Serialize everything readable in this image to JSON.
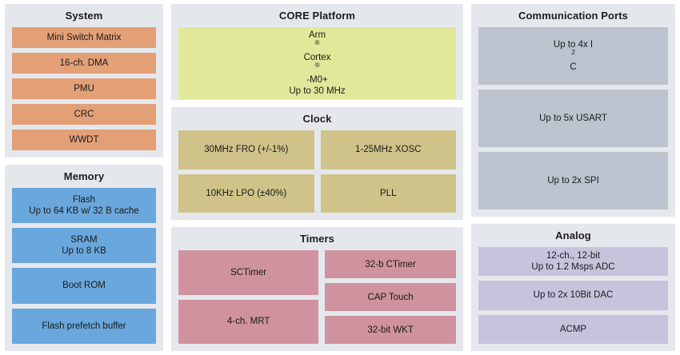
{
  "panels": {
    "system": {
      "title": "System",
      "blocks": [
        {
          "label": "Mini Switch Matrix"
        },
        {
          "label": "16-ch. DMA"
        },
        {
          "label": "PMU"
        },
        {
          "label": "CRC"
        },
        {
          "label": "WWDT"
        }
      ]
    },
    "memory": {
      "title": "Memory",
      "blocks": [
        {
          "line1": "Flash",
          "line2": "Up to 64 KB w/ 32 B cache"
        },
        {
          "line1": "SRAM",
          "line2": "Up to 8 KB"
        },
        {
          "line1": "Boot ROM",
          "line2": ""
        },
        {
          "line1": "Flash prefetch buffer",
          "line2": ""
        }
      ]
    },
    "core": {
      "title": "CORE Platform",
      "cpu_line1_pre": "Arm",
      "cpu_line1_mid": " Cortex",
      "cpu_line1_post": "-M0+",
      "cpu_line2": "Up to 30 MHz",
      "trademark": "®"
    },
    "clock": {
      "title": "Clock",
      "blocks": [
        {
          "label": "30MHz FRO (+/-1%)"
        },
        {
          "label": "1-25MHz XOSC"
        },
        {
          "label": "10KHz LPO (±40%)"
        },
        {
          "label": "PLL"
        }
      ]
    },
    "timers": {
      "title": "Timers",
      "left_blocks": [
        {
          "label": "SCTimer"
        },
        {
          "label": "4-ch. MRT"
        }
      ],
      "right_blocks": [
        {
          "label": "32-b CTimer"
        },
        {
          "label": "CAP Touch"
        },
        {
          "label": "32-bit WKT"
        }
      ]
    },
    "comm": {
      "title": "Communication Ports",
      "blocks": [
        {
          "pre": "Up to 4x I",
          "sup": "2",
          "post": "C"
        },
        {
          "pre": "Up to 5x USART",
          "sup": "",
          "post": ""
        },
        {
          "pre": "Up to 2x SPI",
          "sup": "",
          "post": ""
        }
      ]
    },
    "analog": {
      "title": "Analog",
      "blocks": [
        {
          "line1": "12-ch., 12-bit",
          "line2": "Up to 1.2 Msps ADC"
        },
        {
          "line1": "Up to 2x 10Bit DAC",
          "line2": ""
        },
        {
          "line1": "ACMP",
          "line2": ""
        }
      ]
    }
  },
  "colors": {
    "panel_background": "#e4e8ec",
    "system_block": "#e3a077",
    "memory_block": "#6aa7dc",
    "core_block": "#e2e89a",
    "clock_block": "#d0c389",
    "timers_block": "#cf929e",
    "comm_block": "#bcc3cf",
    "analog_block": "#c9c2dd",
    "page_background": "#ffffff",
    "text": "#1a1a1a"
  }
}
